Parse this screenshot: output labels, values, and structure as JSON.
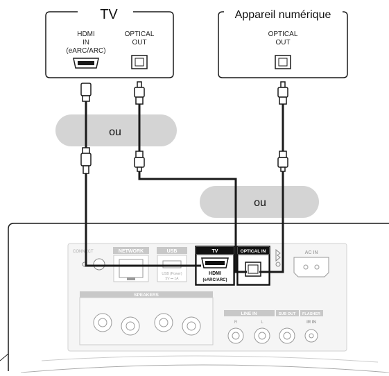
{
  "tv": {
    "title": "TV",
    "hdmi_label": [
      "HDMI",
      "IN",
      "(eARC/ARC)"
    ],
    "optical_label": [
      "OPTICAL",
      "OUT"
    ]
  },
  "device": {
    "title": "Appareil numérique",
    "optical_label": [
      "OPTICAL",
      "OUT"
    ]
  },
  "or_label_1": "ou",
  "or_label_2": "ou",
  "rear_panel": {
    "connect": "CONNECT",
    "network": "NETWORK",
    "usb": "USB",
    "usb_sub": [
      "USB (Power)",
      "5V ⎓ 1A"
    ],
    "tv_header": "TV",
    "hdmi_label": [
      "HDMI",
      "(eARC/ARC)"
    ],
    "optical_in": "OPTICAL IN",
    "ac_in": "AC IN",
    "speakers": "SPEAKERS",
    "line_in": "LINE IN",
    "line_in_r": "R",
    "line_in_l": "L",
    "sub_out": "SUB OUT",
    "flasher": "FLASHER",
    "ir_in": "IR IN"
  },
  "colors": {
    "line": "#1a1a1a",
    "or_pill": "#d4d4d4",
    "panel_fill": "#f5f5f5",
    "panel_box": "#dedede",
    "highlight": "#111111"
  }
}
